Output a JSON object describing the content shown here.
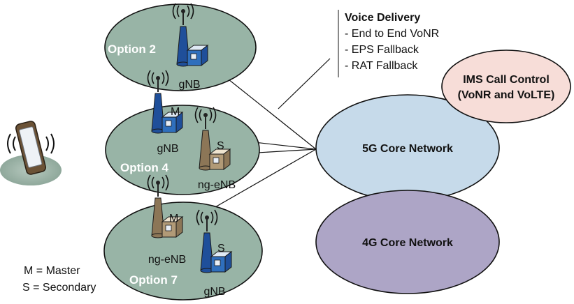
{
  "options": [
    {
      "label": "Option 2",
      "stations": [
        {
          "type": "gnb",
          "role": "",
          "name": "gNB"
        }
      ]
    },
    {
      "label": "Option 4",
      "stations": [
        {
          "type": "gnb",
          "role": "M",
          "name": "gNB"
        },
        {
          "type": "enb",
          "role": "S",
          "name": "ng-eNB"
        }
      ]
    },
    {
      "label": "Option 7",
      "stations": [
        {
          "type": "enb",
          "role": "M",
          "name": "ng-eNB"
        },
        {
          "type": "gnb",
          "role": "S",
          "name": "gNB"
        }
      ]
    }
  ],
  "core": {
    "five_g": "5G Core Network",
    "four_g": "4G Core Network",
    "ims_line1": "IMS Call Control",
    "ims_line2": "(VoNR and VoLTE)"
  },
  "voice_delivery": {
    "title": "Voice Delivery",
    "items": [
      "- End to End VoNR",
      "- EPS Fallback",
      "- RAT Fallback"
    ]
  },
  "legend": {
    "master": "M = Master",
    "secondary": "S = Secondary"
  },
  "colors": {
    "cell_fill": "#98b4a6",
    "core_5g": "#c6daea",
    "core_4g": "#ada5c6",
    "ims": "#f7ddd8",
    "gnb": "#1f4f9a",
    "enb": "#8c7657"
  }
}
